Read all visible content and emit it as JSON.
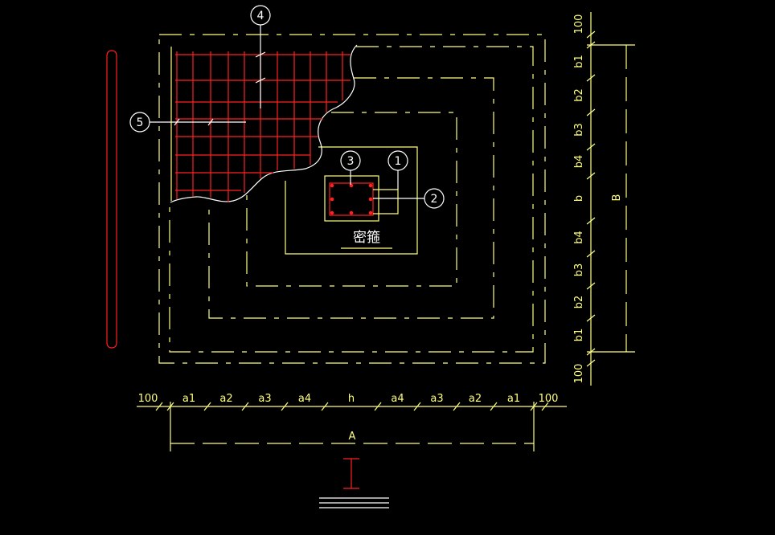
{
  "colors": {
    "background": "#000000",
    "line": "#ffff80",
    "rebar": "#ff2020",
    "text": "#ffffff"
  },
  "callouts": [
    "1",
    "2",
    "3",
    "4",
    "5"
  ],
  "column_label": "密箍",
  "dim_bottom": {
    "segments": [
      "100",
      "a1",
      "a2",
      "a3",
      "a4",
      "h",
      "a4",
      "a3",
      "a2",
      "a1",
      "100"
    ],
    "overall": "A"
  },
  "dim_right": {
    "segments": [
      "100",
      "b1",
      "b2",
      "b3",
      "b4",
      "b",
      "b4",
      "b3",
      "b2",
      "b1",
      "100"
    ],
    "overall": "B"
  }
}
